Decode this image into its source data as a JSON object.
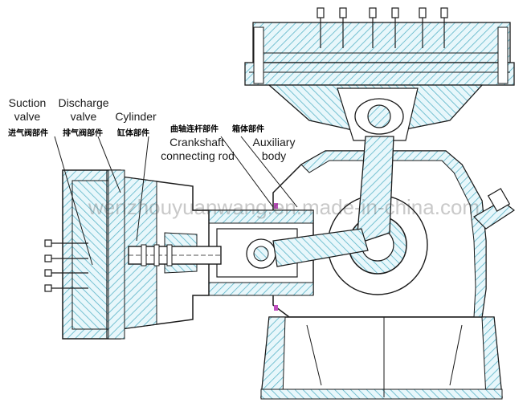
{
  "labels": {
    "suction": {
      "en_line1": "Suction",
      "en_line2": "valve",
      "cn": "进气阀部件"
    },
    "discharge": {
      "en_line1": "Discharge",
      "en_line2": "valve",
      "cn": "排气阀部件"
    },
    "cylinder": {
      "en": "Cylinder",
      "cn": "缸体部件"
    },
    "crankshaft": {
      "en_line1": "Crankshaft",
      "en_line2": "connecting rod",
      "cn": "曲轴连杆部件"
    },
    "auxiliary": {
      "en_line1": "Auxiliary",
      "en_line2": "body",
      "cn": "箱体部件"
    }
  },
  "watermark": "wenzhouyuanwang.en.made-in-china.com",
  "colors": {
    "hatch": "#5ab4c8",
    "fill": "#cfeef6",
    "line": "#1a1a1a",
    "bg": "#ffffff"
  }
}
